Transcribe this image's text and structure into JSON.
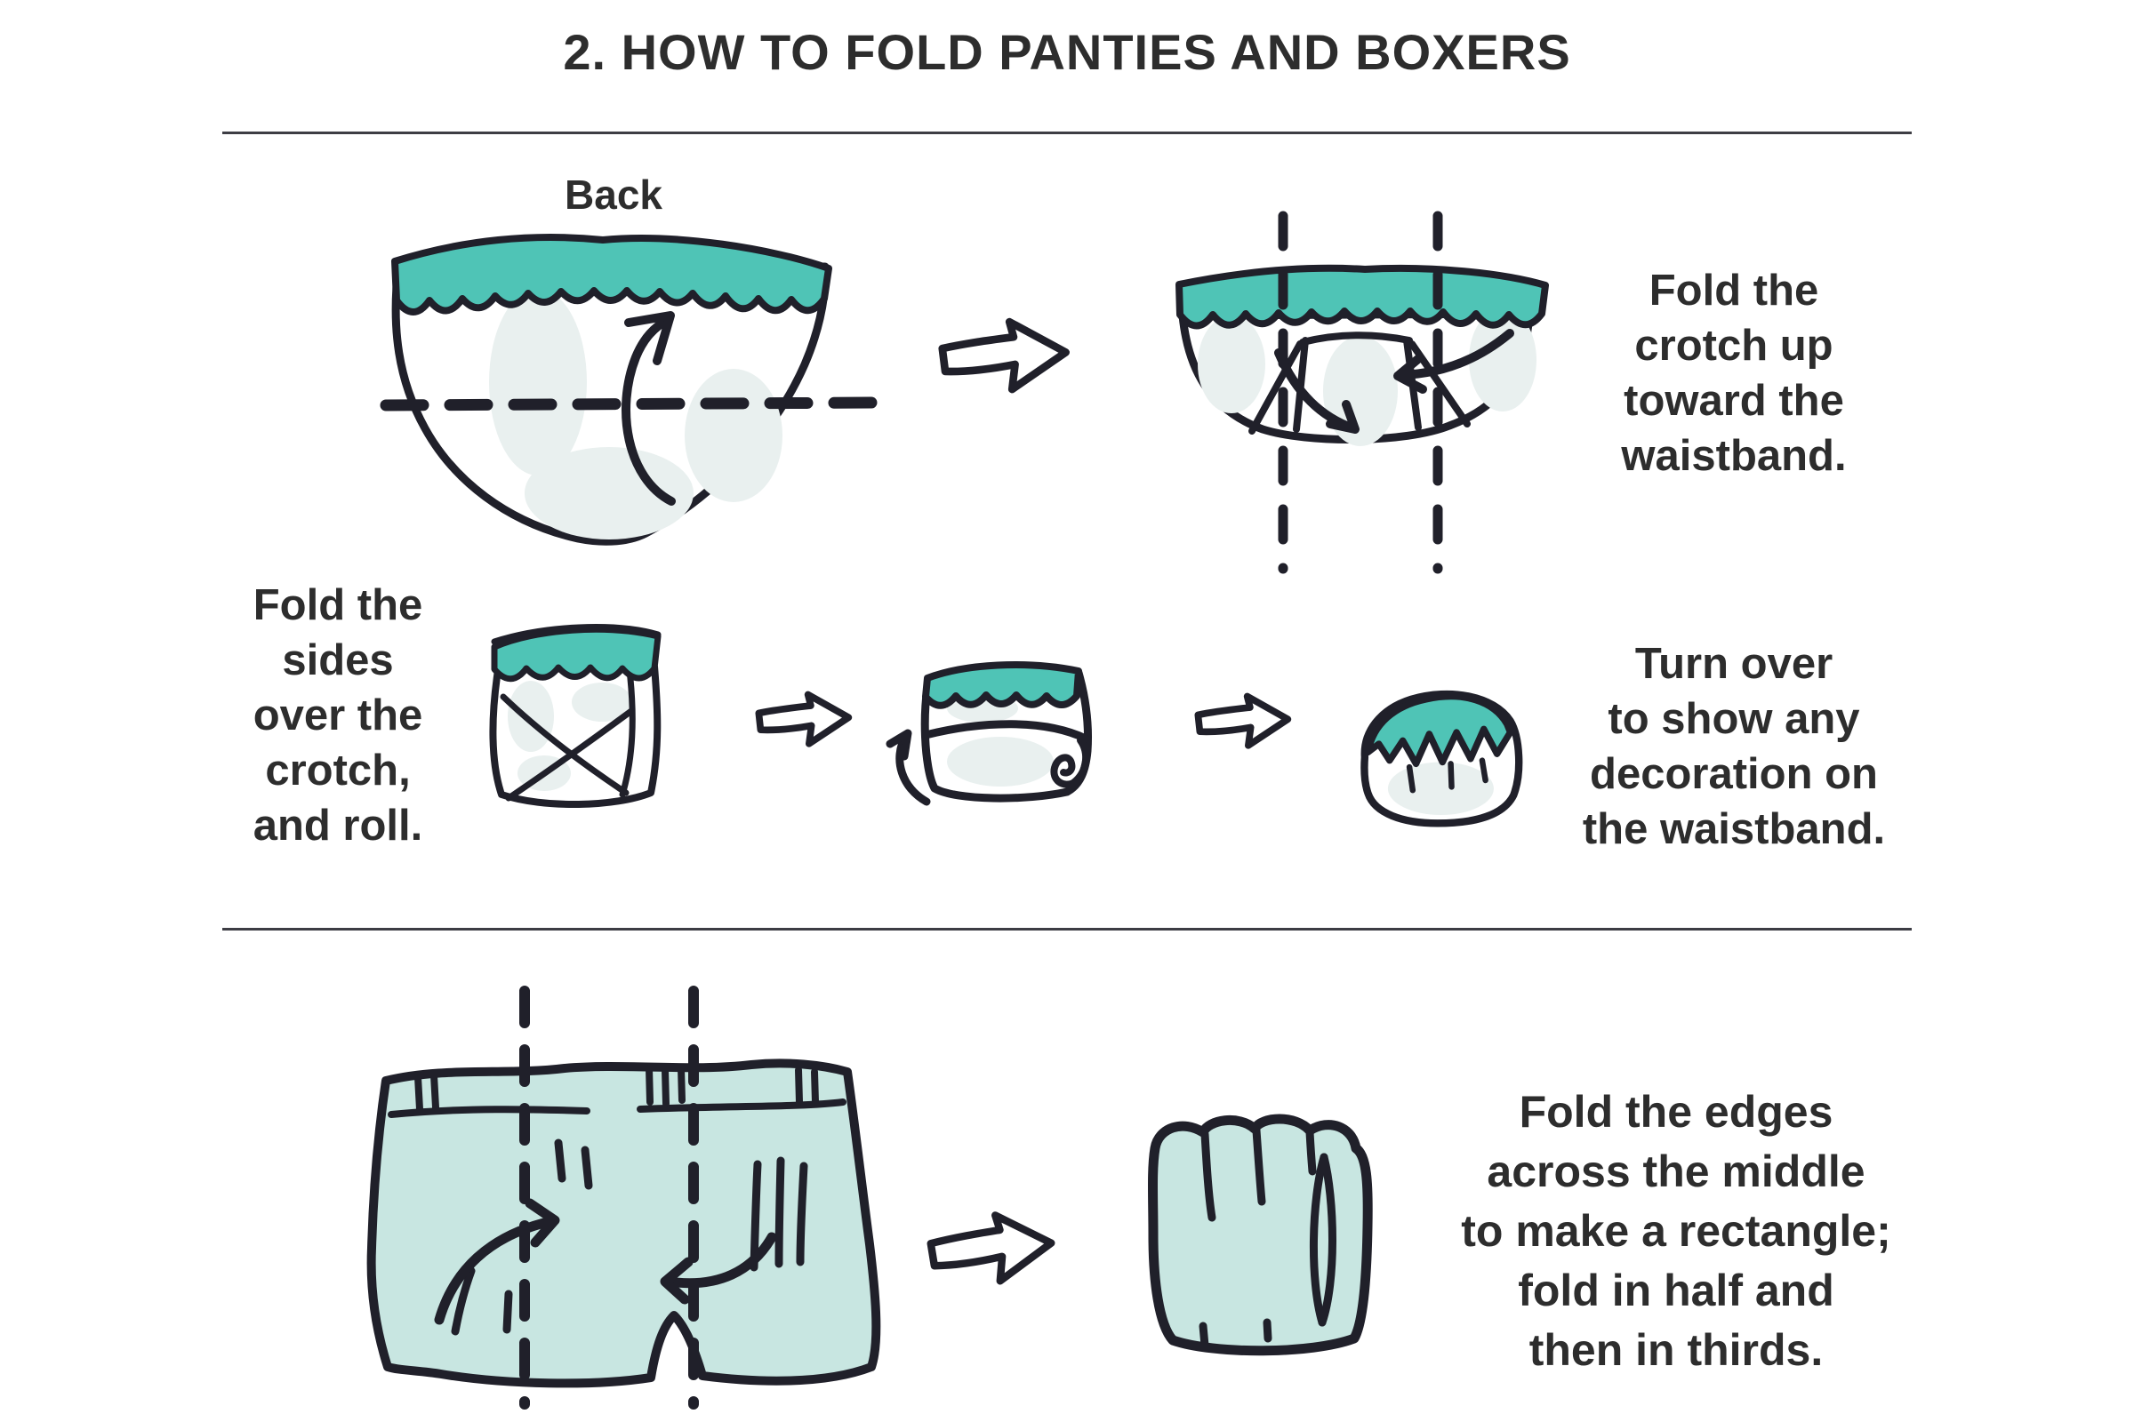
{
  "title": "2. HOW TO FOLD PANTIES AND BOXERS",
  "colors": {
    "teal": "#4fc4b6",
    "mint": "#c8e6e1",
    "garment": "#ffffff",
    "shade": "#e9f0ef",
    "outline": "#20202a",
    "text": "#2d2d2d",
    "divider": "#3d3d44",
    "background": "#ffffff"
  },
  "icons": {
    "step_arrow": "hand-drawn-right-arrow",
    "fold_line": "dashed-fold-line",
    "roll_arrow": "curved-roll-arrow"
  },
  "steps": {
    "row1": {
      "back_label": "Back",
      "caption": "Fold the\ncrotch up\ntoward the\nwaistband."
    },
    "row2": {
      "left_caption": "Fold the\nsides\nover the\ncrotch,\nand roll.",
      "right_caption": "Turn over\nto show any\ndecoration on\nthe waistband."
    },
    "row3": {
      "caption": "Fold the edges\nacross the middle\nto make a rectangle;\nfold in half and\nthen in thirds."
    }
  }
}
